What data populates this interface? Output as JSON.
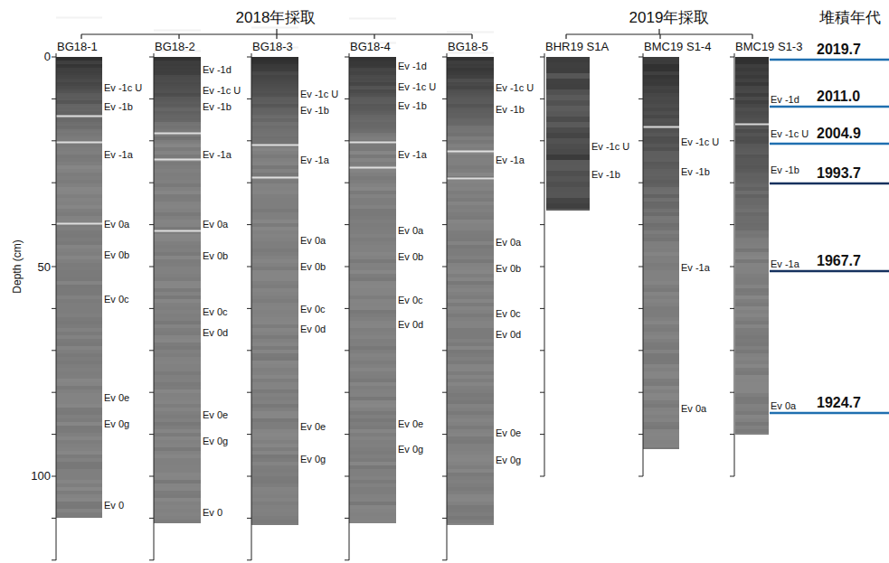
{
  "diagram": {
    "labels": [
      "2018年採取",
      "2019年採取",
      "堆積年代",
      "Depth (cm)",
      "0",
      "50",
      "100",
      "BG18-1",
      "BG18-2",
      "BG18-3",
      "BG18-4",
      "BG18-5",
      "BHR19 S1A",
      "BMC19 S1-4",
      "BMC19 S1-3",
      "Ev -1c U",
      "Ev -1b",
      "Ev -1a",
      "Ev 0a",
      "Ev 0b",
      "Ev 0c",
      "Ev 0e",
      "Ev 0g",
      "Ev 0",
      "Ev -1d",
      "Ev -1c U",
      "Ev -1b",
      "Ev -1a",
      "Ev 0a",
      "Ev 0b",
      "Ev 0c",
      "Ev 0d",
      "Ev 0e",
      "Ev 0g",
      "Ev 0",
      "Ev -1c U",
      "Ev -1b",
      "Ev -1a",
      "Ev 0a",
      "Ev 0b",
      "Ev 0c",
      "Ev 0d",
      "Ev 0e",
      "Ev 0g",
      "Ev -1d",
      "Ev -1c U",
      "Ev -1b",
      "Ev -1a",
      "Ev 0a",
      "Ev 0b",
      "Ev 0c",
      "Ev 0d",
      "Ev 0e",
      "Ev 0g",
      "Ev -1c U",
      "Ev -1b",
      "Ev -1a",
      "Ev 0a",
      "Ev 0b",
      "Ev 0c",
      "Ev 0d",
      "Ev 0e",
      "Ev 0g",
      "Ev -1c U",
      "Ev -1b",
      "Ev -1c U",
      "Ev -1b",
      "Ev -1a",
      "Ev 0a",
      "Ev -1d",
      "Ev -1c U",
      "Ev -1b",
      "Ev -1a",
      "Ev 0a",
      "2019.7",
      "2011.0",
      "2004.9",
      "1993.7",
      "1967.7",
      "1924.7"
    ]
  }
}
